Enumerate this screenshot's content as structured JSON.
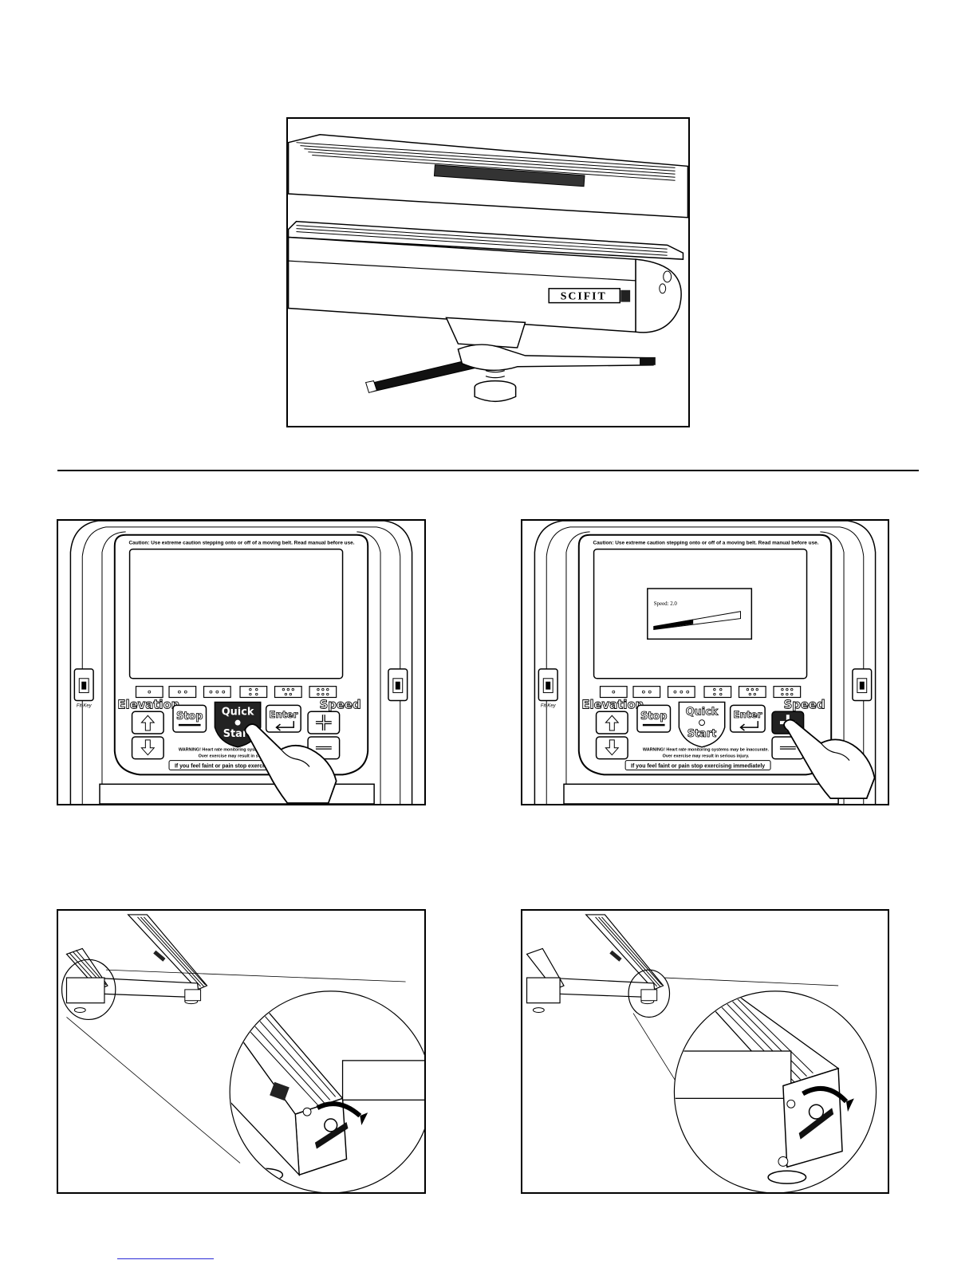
{
  "figure_top": {
    "badge": "SCIFIT"
  },
  "console": {
    "caution": "Caution: Use extreme caution stepping onto or off of a moving belt. Read manual before use.",
    "warning_line1": "WARNING! Heart rate monitoring systems may be inaccurate.",
    "warning_line2": "Over exercise may result in serious injury.",
    "footer": "If you feel faint or pain stop exercising immediately",
    "elevation_label": "Elevation",
    "speed_label": "Speed",
    "stop_label": "Stop",
    "quick_label": "Quick",
    "start_label": "Start",
    "enter_label": "Enter",
    "fitkey_label": "Fit-Key",
    "speed_readout": "Speed: 2.0"
  },
  "colors": {
    "ink": "#000000",
    "paper": "#ffffff",
    "link": "#2b2bd6"
  }
}
